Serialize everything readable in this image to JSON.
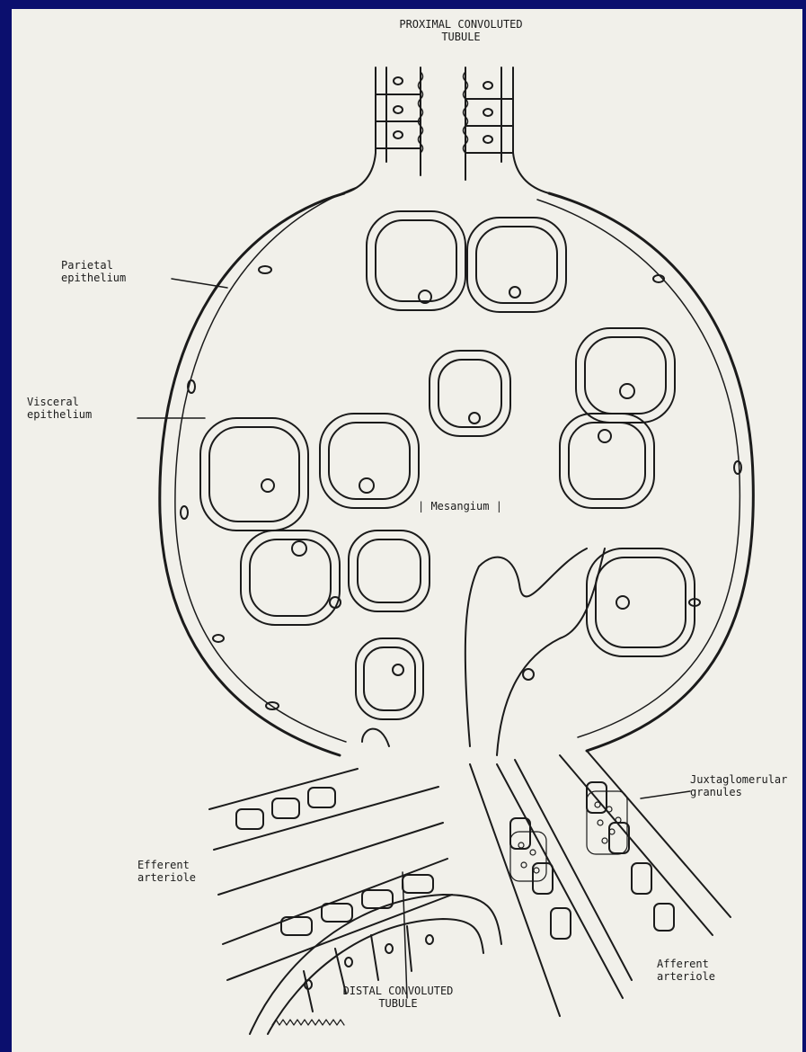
{
  "labels": {
    "proximal_line1": "PROXIMAL CONVOLUTED",
    "proximal_line2": "TUBULE",
    "parietal_line1": "Parietal",
    "parietal_line2": "epithelium",
    "visceral_line1": "Visceral",
    "visceral_line2": "epithelium",
    "mesangium": "| Mesangium |",
    "juxta_line1": "Juxtaglomerular",
    "juxta_line2": "granules",
    "efferent_line1": "Efferent",
    "efferent_line2": "arteriole",
    "afferent_line1": "Afferent",
    "afferent_line2": "arteriole",
    "distal_line1": "DISTAL CONVOLUTED",
    "distal_line2": "TUBULE"
  },
  "colors": {
    "border": "#0b0f6e",
    "paper": "#f1f0ea",
    "ink": "#1b1b1b"
  }
}
